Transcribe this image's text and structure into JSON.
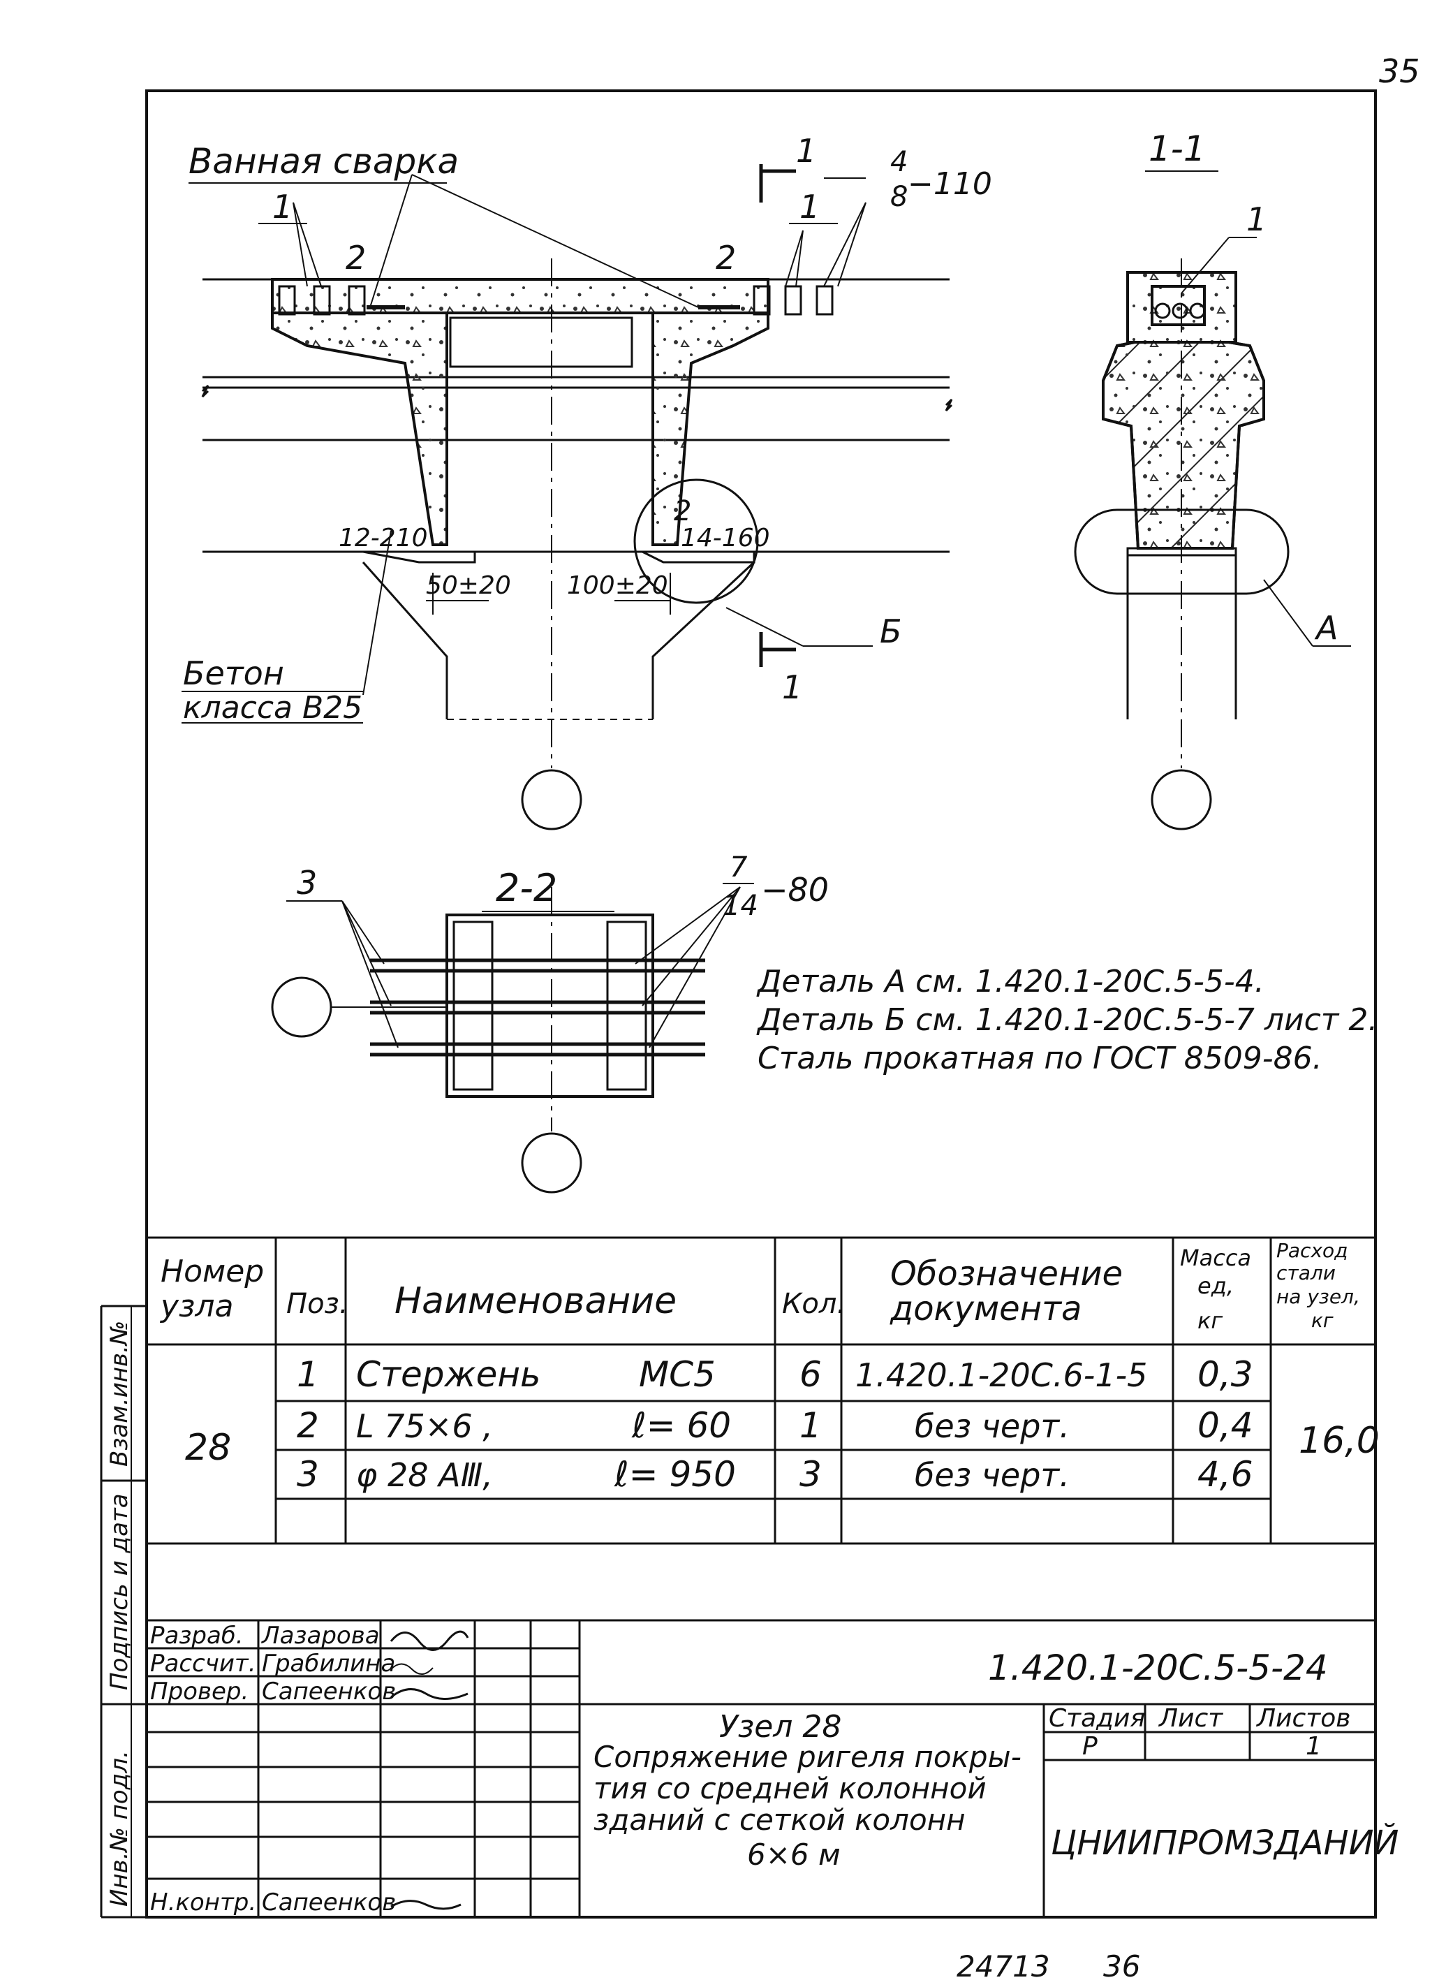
{
  "page_number": "35",
  "drawing": {
    "label_welding": "Ванная сварка",
    "label_concrete_1": "Бетон",
    "label_concrete_2": "класса В25",
    "section_mark": "1",
    "section_11_title": "1-1",
    "section_22_title": "2-2",
    "pos_1": "1",
    "pos_2": "2",
    "pos_3": "3",
    "pos_4_8": "4",
    "pos_4_8_den": "8",
    "weld_110": "−110",
    "pos_7": "7",
    "pos_14": "14",
    "weld_80": "−80",
    "weld_12_210": "12-210",
    "weld_14_160": "14-160",
    "dim_50": "50±20",
    "dim_100": "100±20",
    "detail_b": "Б",
    "detail_a": "А"
  },
  "notes": [
    "Деталь А см. 1.420.1-20С.5-5-4.",
    "Деталь Б см. 1.420.1-20С.5-5-7 лист 2.",
    "Сталь прокатная по ГОСТ 8509-86."
  ],
  "spec_table": {
    "headers": {
      "node_1": "Номер",
      "node_2": "узла",
      "pos": "Поз.",
      "name": "Наименование",
      "qty": "Кол.",
      "doc_1": "Обозначение",
      "doc_2": "документа",
      "mass_1": "Масса",
      "mass_2": "ед,",
      "mass_3": "кг",
      "cons_1": "Расход",
      "cons_2": "стали",
      "cons_3": "на узел,",
      "cons_4": "кг"
    },
    "node": "28",
    "total": "16,0",
    "rows": [
      {
        "pos": "1",
        "name": "Стержень",
        "param": "МС5",
        "qty": "6",
        "doc": "1.420.1-20С.6-1-5",
        "mass": "0,3"
      },
      {
        "pos": "2",
        "name": "L 75×6 ,",
        "param": "ℓ= 60",
        "qty": "1",
        "doc": "без черт.",
        "mass": "0,4"
      },
      {
        "pos": "3",
        "name": "φ 28 АⅢ,",
        "param": "ℓ= 950",
        "qty": "3",
        "doc": "без черт.",
        "mass": "4,6"
      }
    ]
  },
  "side_stamp": [
    "Инв.№ подл.",
    "Подпись и дата",
    "Взам.инв.№"
  ],
  "title_block": {
    "roles": [
      {
        "role": "Разраб.",
        "name": "Лазарова"
      },
      {
        "role": "Рассчит.",
        "name": "Грабилина"
      },
      {
        "role": "Провер.",
        "name": "Сапеенков"
      },
      {
        "role": "",
        "name": ""
      },
      {
        "role": "",
        "name": ""
      },
      {
        "role": "",
        "name": ""
      },
      {
        "role": "",
        "name": ""
      },
      {
        "role": "Н.контр.",
        "name": "Сапеенков"
      }
    ],
    "code": "1.420.1-20С.5-5-24",
    "title_lines": [
      "Узел 28",
      "Сопряжение ригеля покры-",
      "тия со средней колонной",
      "зданий с сеткой колонн",
      "6×6 м"
    ],
    "stage_label": "Стадия",
    "sheet_label": "Лист",
    "sheets_label": "Листов",
    "stage": "Р",
    "sheets": "1",
    "org": "ЦНИИПРОМЗДАНИЙ"
  },
  "footer": {
    "archive": "24713",
    "page": "36"
  }
}
